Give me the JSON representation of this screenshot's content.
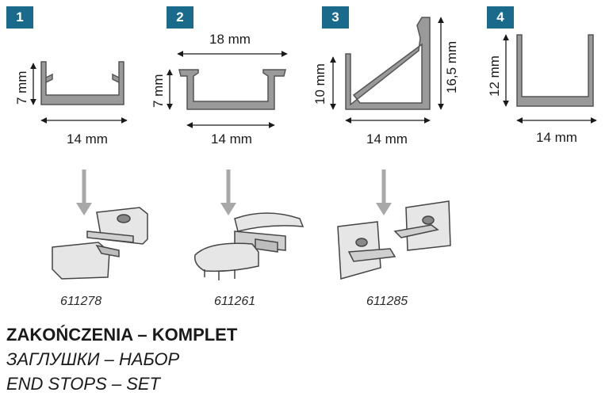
{
  "badges": [
    "1",
    "2",
    "3",
    "4"
  ],
  "profiles": [
    {
      "width": "14 mm",
      "height": "7 mm"
    },
    {
      "top_width": "18 mm",
      "width": "14 mm",
      "height": "7 mm"
    },
    {
      "width": "14 mm",
      "height": "10 mm",
      "height_right": "16,5 mm"
    },
    {
      "width": "14 mm",
      "height": "12 mm"
    }
  ],
  "end_stop_codes": [
    "611278",
    "611261",
    "611285"
  ],
  "caption": {
    "pl": "ZAKOŃCZENIA – KOMPLET",
    "ru": "ЗАГЛУШКИ – НАБОР",
    "en": "END STOPS – SET"
  },
  "colors": {
    "badge": "#1a6a8c",
    "profile_fill": "#9a9a9a",
    "arrow": "#a8a8a8"
  }
}
